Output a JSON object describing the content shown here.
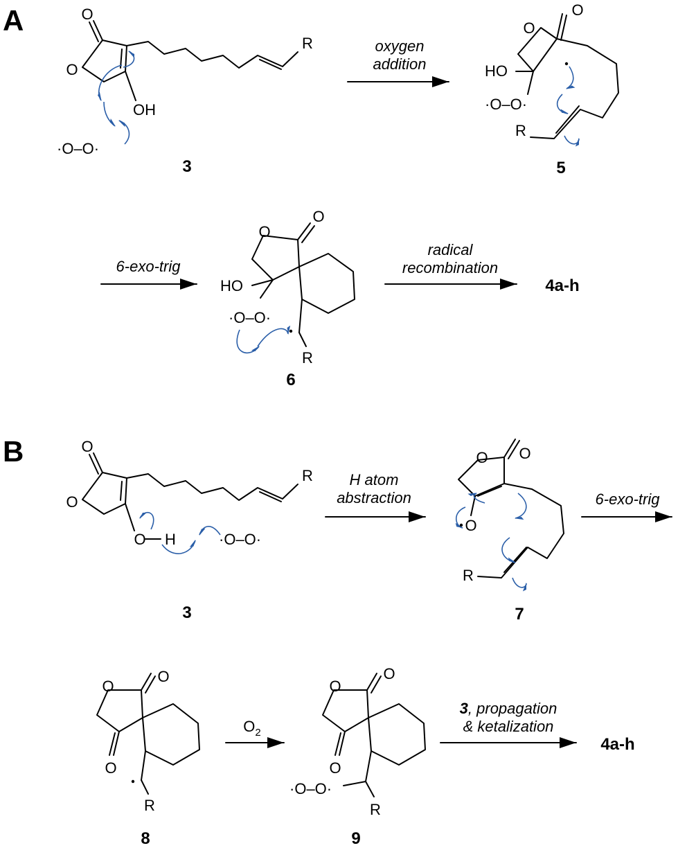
{
  "panels": {
    "A": "A",
    "B": "B"
  },
  "atoms": {
    "O": "O",
    "OH": "OH",
    "HO": "HO",
    "R": "R",
    "H": "H"
  },
  "radicals": {
    "dioxygen": "·O–O·"
  },
  "compounds": {
    "c3": "3",
    "c5": "5",
    "c6": "6",
    "c7": "7",
    "c8": "8",
    "c9": "9"
  },
  "steps": {
    "oxygen_addition": [
      "oxygen",
      "addition"
    ],
    "exo_trig": "6-exo-trig",
    "radical_recombination": [
      "radical",
      "recombination"
    ],
    "h_abstraction": [
      "H atom",
      "abstraction"
    ],
    "o2_base": "O",
    "o2_sub": "2",
    "propagation_bold": "3",
    "propagation_rest": ", propagation",
    "ketalization": "& ketalization"
  },
  "products": {
    "p4": "4a-h"
  },
  "colors": {
    "arrow_curved": "#2a5ea8",
    "ink": "#000000"
  }
}
